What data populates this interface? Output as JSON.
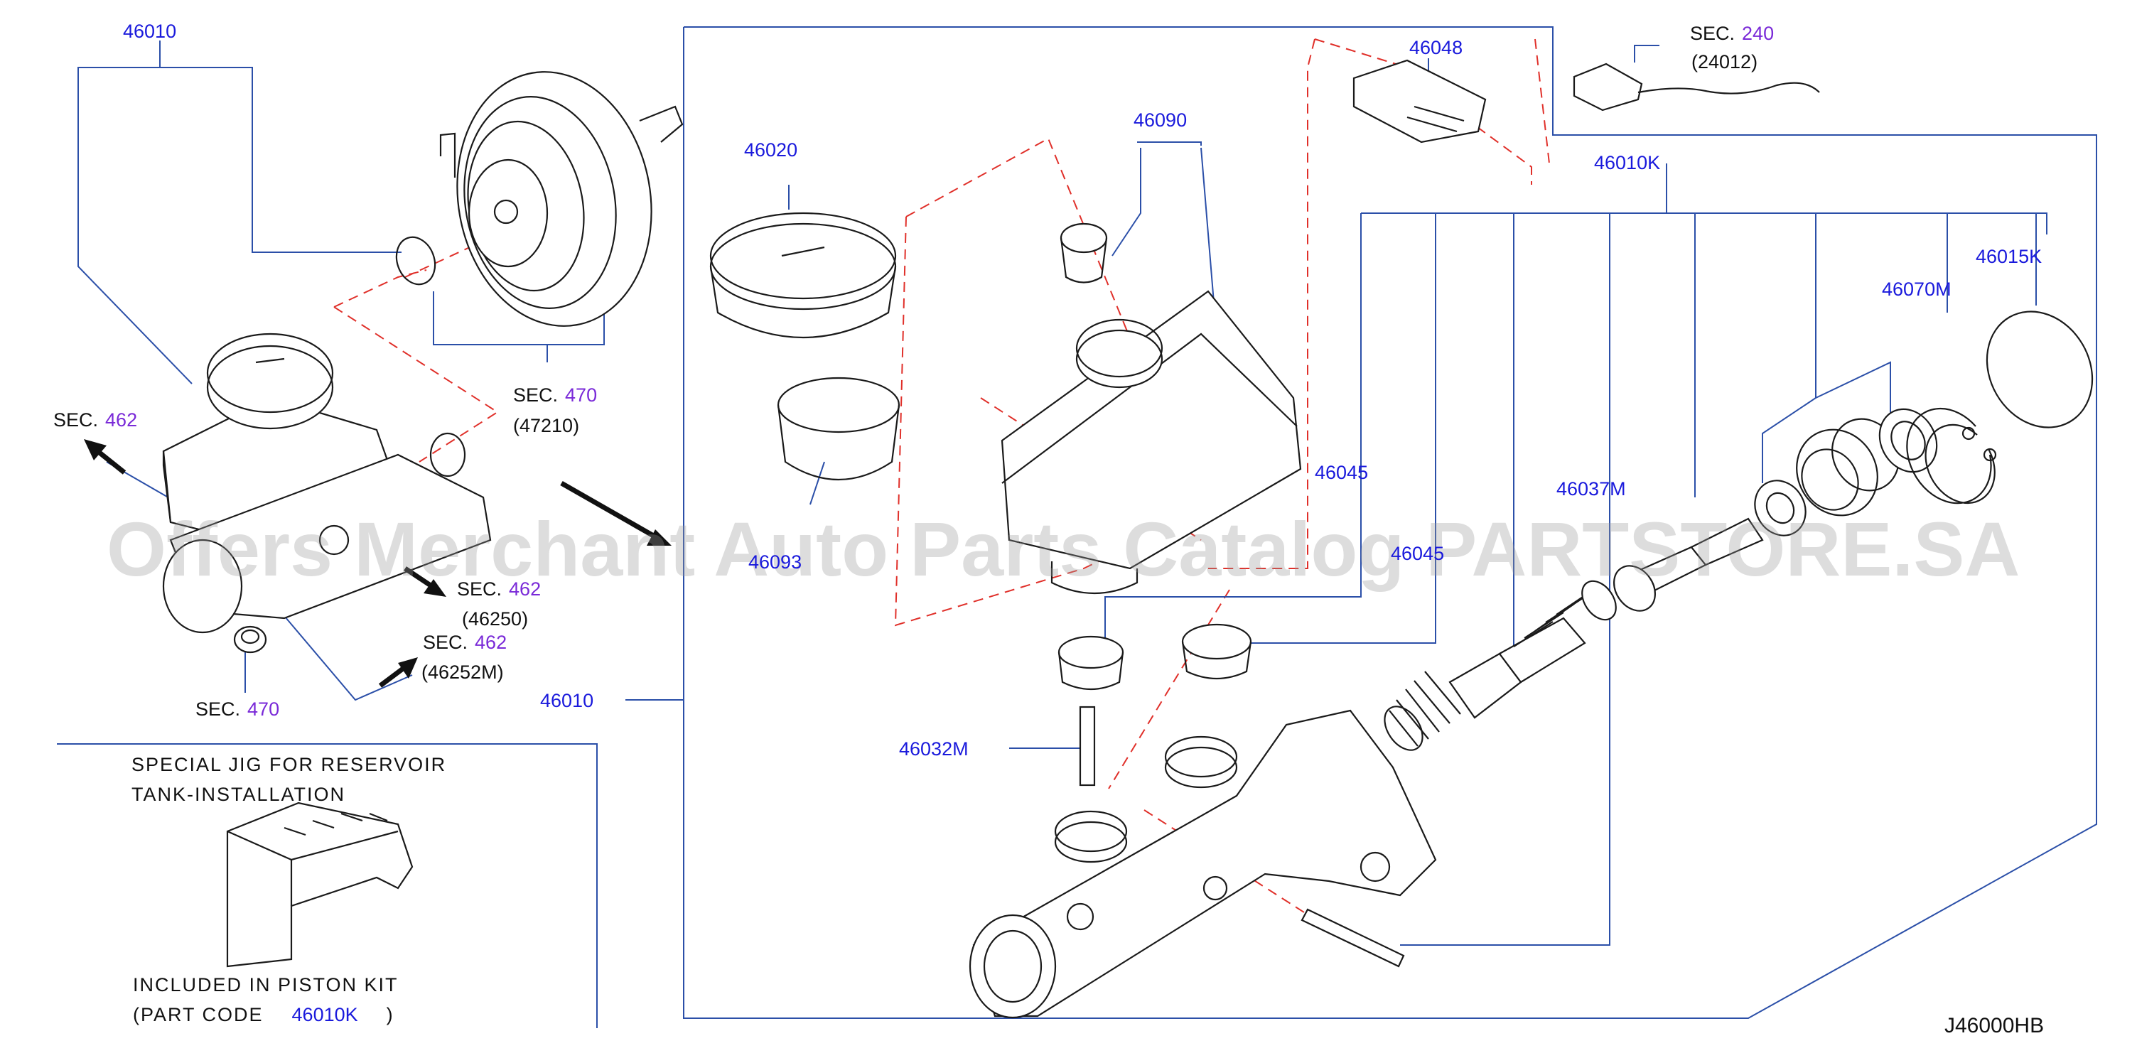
{
  "diagram": {
    "watermark": "Offers Merchant Auto Parts Catalog PARTSTORE.SA",
    "code": "J46000HB",
    "labels": {
      "p46010_top": "46010",
      "p46010_mid": "46010",
      "p46020": "46020",
      "p46090": "46090",
      "p46048": "46048",
      "p46010k": "46010K",
      "p46015k": "46015K",
      "p46070m": "46070M",
      "p46045_a": "46045",
      "p46045_b": "46045",
      "p46037m": "46037M",
      "p46032m": "46032M",
      "p46093": "46093"
    },
    "sec": {
      "prefix": "SEC.",
      "s462_left": "462",
      "s470_booster": "470",
      "s470_booster_code": "(47210)",
      "s462_a": "462",
      "s462_a_code": "(46250)",
      "s462_b": "462",
      "s462_b_code": "(46252M)",
      "s470_bottom": "470",
      "s240": "240",
      "s240_code": "(24012)"
    },
    "note": {
      "line1": "SPECIAL  JIG  FOR  RESERVOIR",
      "line2": "TANK-INSTALLATION",
      "line3": "INCLUDED  IN  PISTON  KIT",
      "line4_prefix": "(PART  CODE",
      "line4_code": "46010K",
      "line4_suffix": ")"
    }
  },
  "colors": {
    "label": "#1a1adc",
    "section": "#7a2ad8",
    "leader": "#2b4fa8",
    "dashed": "#e0302a",
    "watermark": "#9a9a9a"
  }
}
